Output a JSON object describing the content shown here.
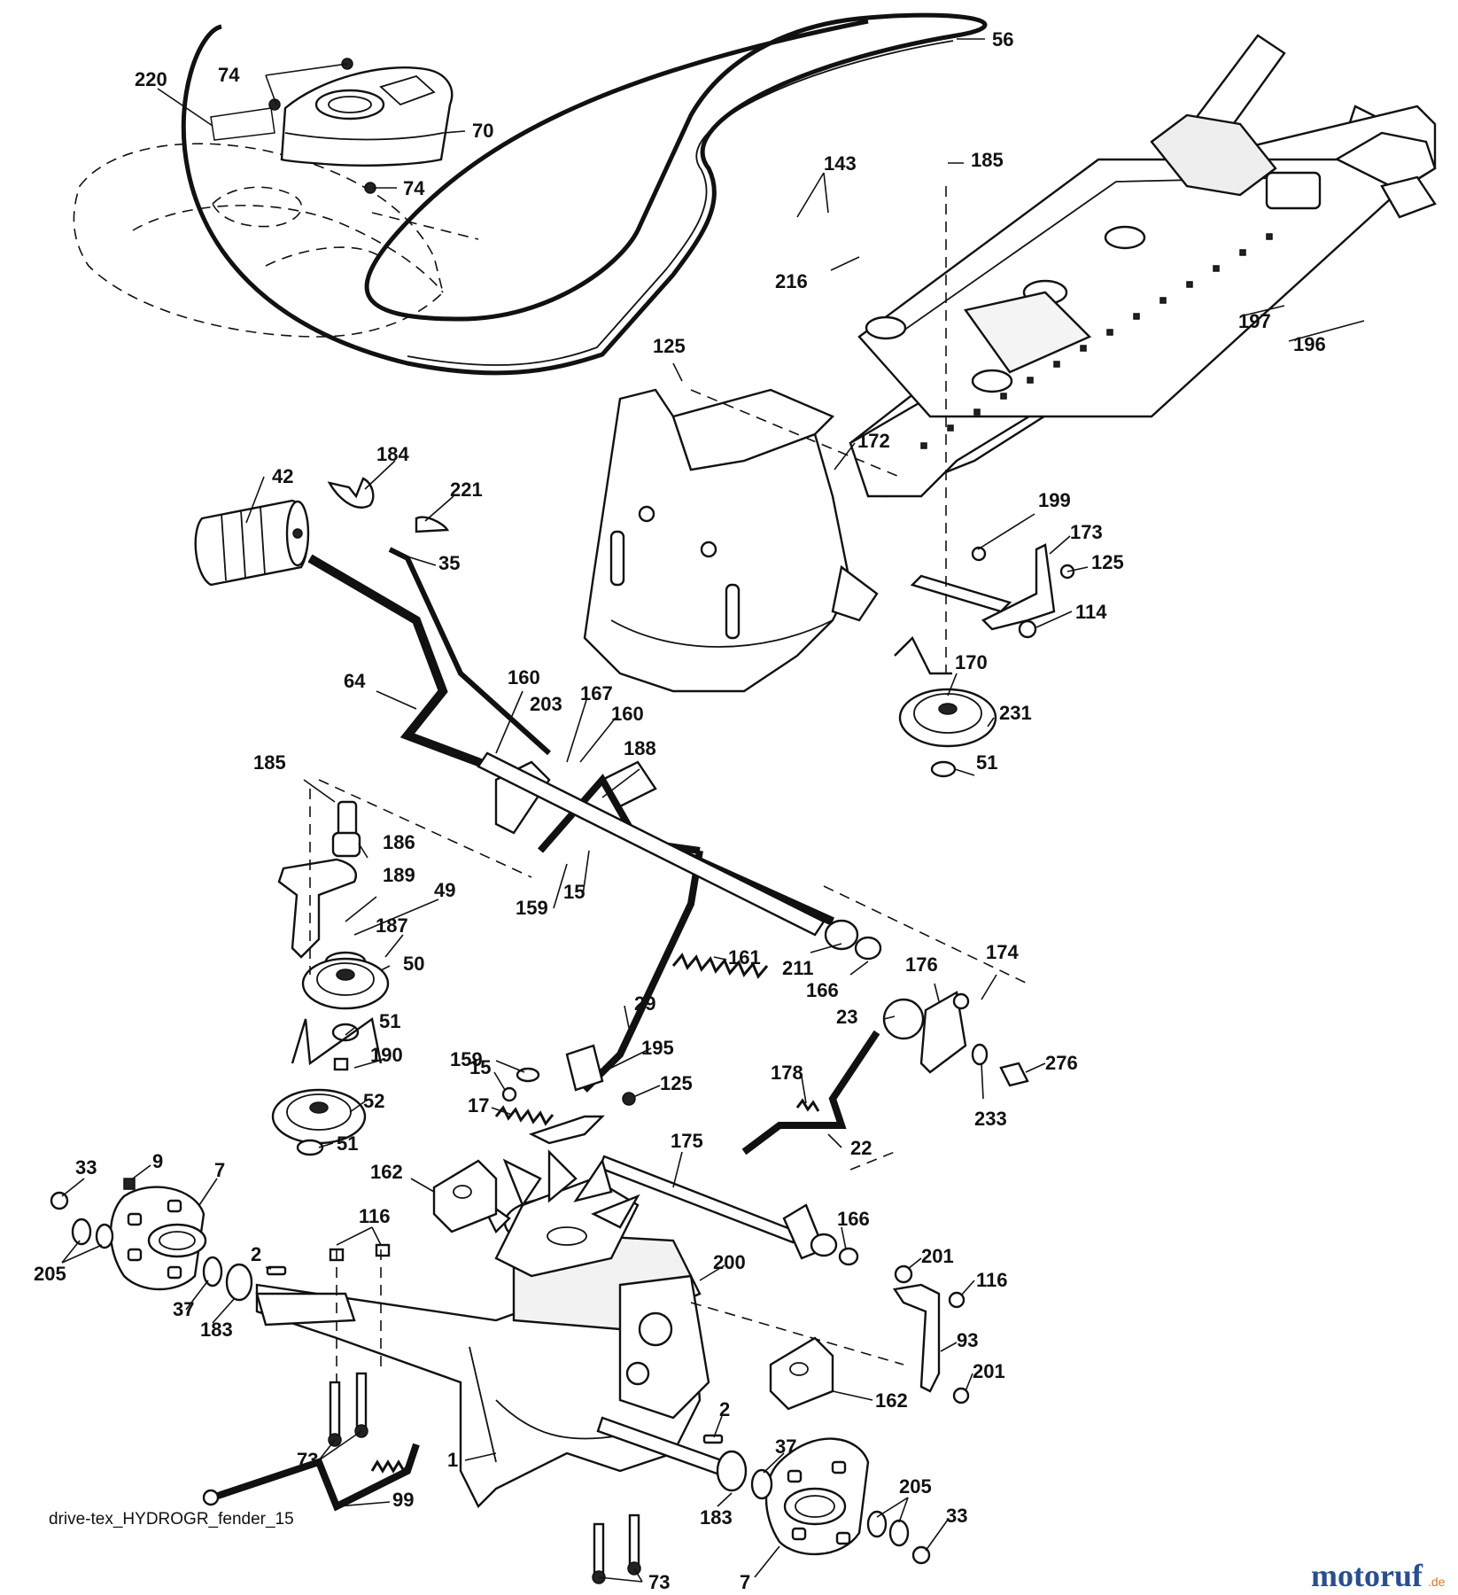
{
  "diagram": {
    "caption": "drive-tex_HYDROGR_fender_15",
    "brand": {
      "main": "motoruf",
      "suffix": ".de",
      "main_color": "#2a4f8f",
      "accent_color": "#e07a1f"
    },
    "labels": [
      "220",
      "74",
      "70",
      "74",
      "56",
      "143",
      "185",
      "216",
      "197",
      "196",
      "125",
      "184",
      "42",
      "221",
      "35",
      "172",
      "199",
      "173",
      "125",
      "114",
      "64",
      "160",
      "167",
      "203",
      "160",
      "188",
      "170",
      "231",
      "51",
      "185",
      "186",
      "189",
      "49",
      "159",
      "15",
      "187",
      "50",
      "211",
      "166",
      "161",
      "176",
      "174",
      "51",
      "190",
      "29",
      "23",
      "159",
      "195",
      "15",
      "125",
      "52",
      "17",
      "178",
      "276",
      "233",
      "51",
      "22",
      "175",
      "33",
      "9",
      "7",
      "162",
      "166",
      "205",
      "116",
      "2",
      "200",
      "201",
      "116",
      "37",
      "183",
      "93",
      "201",
      "162",
      "73",
      "2",
      "1",
      "37",
      "205",
      "183",
      "99",
      "33",
      "73",
      "7"
    ]
  }
}
